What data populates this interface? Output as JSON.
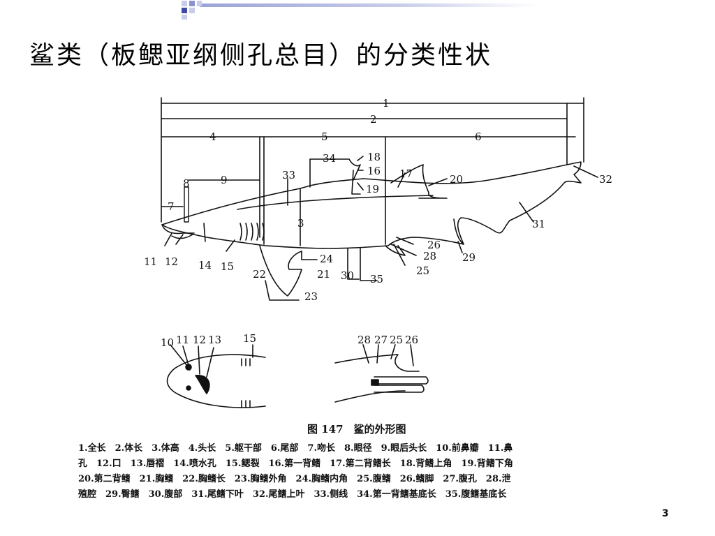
{
  "slide": {
    "title": "鲨类（板鳃亚纲侧孔总目）的分类性状",
    "page_number": "3"
  },
  "figure": {
    "caption": "图 147　鲨的外形图",
    "labels": [
      "1",
      "2",
      "3",
      "4",
      "5",
      "6",
      "7",
      "8",
      "9",
      "10",
      "11",
      "12",
      "13",
      "14",
      "15",
      "16",
      "17",
      "18",
      "19",
      "20",
      "21",
      "22",
      "23",
      "24",
      "25",
      "26",
      "27",
      "28",
      "29",
      "30",
      "31",
      "32",
      "33",
      "34",
      "35"
    ]
  },
  "legend_lines": [
    "1.全长　2.体长　3.体高　4.头长　5.躯干部　6.尾部　7.吻长　8.眼径　9.眼后头长　10.前鼻瓣　11.鼻",
    "孔　12.口　13.唇褶　14.喷水孔　15.鳃裂　16.第一背鳍　17.第二背鳍长　18.背鳍上角　19.背鳍下角",
    "20.第二背鳍　21.胸鳍　22.胸鳍长　23.胸鳍外角　24.胸鳍内角　25.腹鳍　26.鳍脚　27.腹孔　28.泄",
    "殖腔　29.臀鳍　30.腹部　31.尾鳍下叶　32.尾鳍上叶　33.侧线　34.第一背鳍基底长　35.腹鳍基底长"
  ],
  "colors": {
    "top_bar_blue": "#9aa3d6",
    "square_dark": "#3e4aa6",
    "square_light": "#c8ccea"
  }
}
